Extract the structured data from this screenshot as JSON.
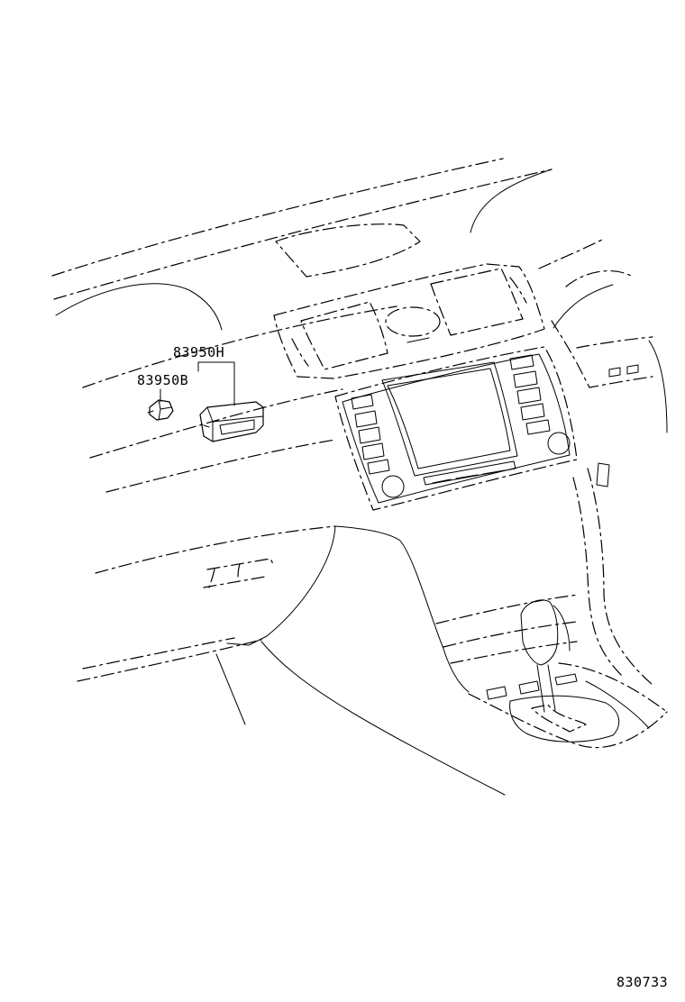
{
  "parts": [
    {
      "part_number": "83950H"
    },
    {
      "part_number": "83950B"
    }
  ],
  "illustration_code": "830733",
  "colors": {
    "line": "#000000",
    "background": "#ffffff"
  }
}
